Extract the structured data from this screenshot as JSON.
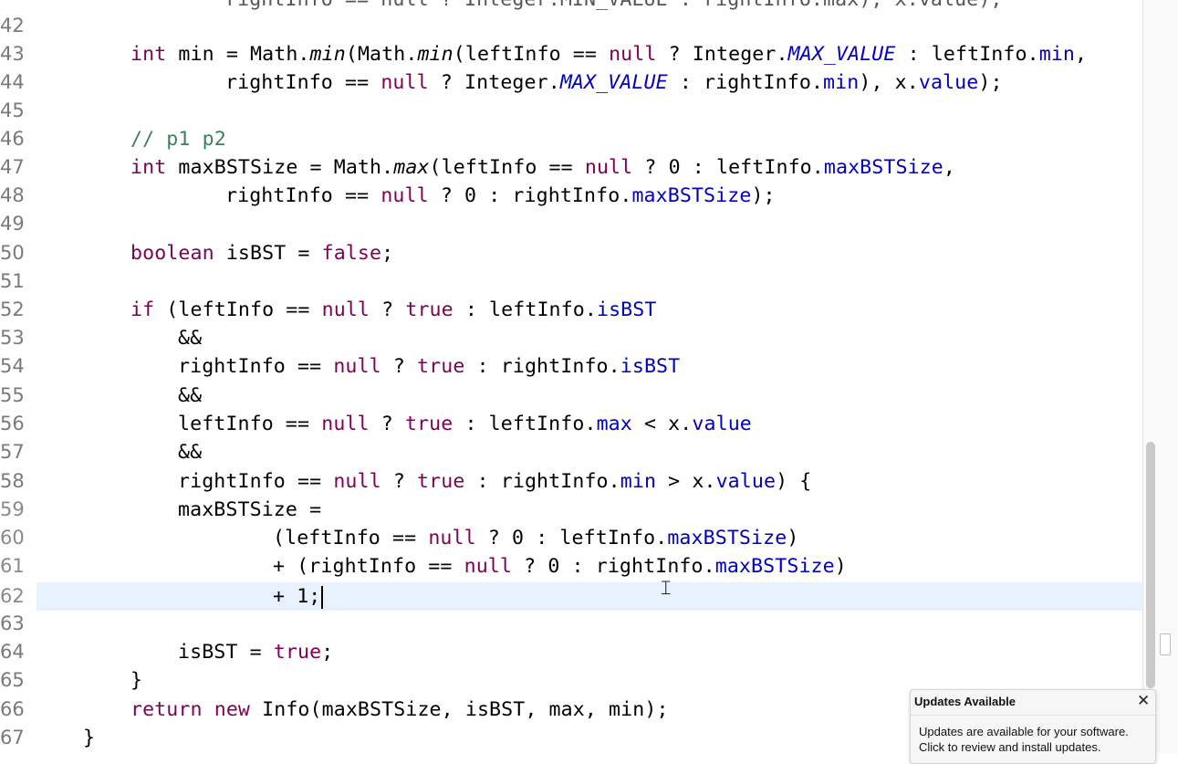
{
  "editor": {
    "top_fragment": "rightInfo == null ? Integer.MIN_VALUE : rightInfo.max), x.value);",
    "line_numbers": [
      "42",
      "43",
      "44",
      "45",
      "46",
      "47",
      "48",
      "49",
      "50",
      "51",
      "52",
      "53",
      "54",
      "55",
      "56",
      "57",
      "58",
      "59",
      "60",
      "61",
      "62",
      "63",
      "64",
      "65",
      "66",
      "67"
    ],
    "lines": {
      "l43": {
        "a": "int",
        "b": " min = Math.",
        "c": "min",
        "d": "(Math.",
        "e": "min",
        "f": "(leftInfo == ",
        "g": "null",
        "h": " ? Integer.",
        "i": "MAX_VALUE",
        "j": " : leftInfo.",
        "k": "min",
        "l": ","
      },
      "l44": {
        "a": "rightInfo == ",
        "b": "null",
        "c": " ? Integer.",
        "d": "MAX_VALUE",
        "e": " : rightInfo.",
        "f": "min",
        "g": "), x.",
        "h": "value",
        "i": ");"
      },
      "l46": {
        "a": "// p1 p2"
      },
      "l47": {
        "a": "int",
        "b": " maxBSTSize = Math.",
        "c": "max",
        "d": "(leftInfo == ",
        "e": "null",
        "f": " ? 0 : leftInfo.",
        "g": "maxBSTSize",
        "h": ","
      },
      "l48": {
        "a": "rightInfo == ",
        "b": "null",
        "c": " ? 0 : rightInfo.",
        "d": "maxBSTSize",
        "e": ");"
      },
      "l50": {
        "a": "boolean",
        "b": " isBST = ",
        "c": "false",
        "d": ";"
      },
      "l52": {
        "a": "if",
        "b": " (leftInfo == ",
        "c": "null",
        "d": " ? ",
        "e": "true",
        "f": " : leftInfo.",
        "g": "isBST"
      },
      "l53": {
        "a": "&&"
      },
      "l54": {
        "a": "rightInfo == ",
        "b": "null",
        "c": " ? ",
        "d": "true",
        "e": " : rightInfo.",
        "f": "isBST"
      },
      "l55": {
        "a": "&&"
      },
      "l56": {
        "a": "leftInfo == ",
        "b": "null",
        "c": " ? ",
        "d": "true",
        "e": " : leftInfo.",
        "f": "max",
        "g": " < x.",
        "h": "value"
      },
      "l57": {
        "a": "&&"
      },
      "l58": {
        "a": "rightInfo == ",
        "b": "null",
        "c": " ? ",
        "d": "true",
        "e": " : rightInfo.",
        "f": "min",
        "g": " > x.",
        "h": "value",
        "i": ") {"
      },
      "l59": {
        "a": "maxBSTSize ="
      },
      "l60": {
        "a": "(leftInfo == ",
        "b": "null",
        "c": " ? 0 : leftInfo.",
        "d": "maxBSTSize",
        "e": ")"
      },
      "l61": {
        "a": "+ (rightInfo == ",
        "b": "null",
        "c": " ? 0 : rightInfo.",
        "d": "maxBSTSize",
        "e": ")"
      },
      "l62": {
        "a": "+ 1;"
      },
      "l64": {
        "a": "isBST = ",
        "b": "true",
        "c": ";"
      },
      "l65": {
        "a": "}"
      },
      "l66": {
        "a": "return",
        "b": " ",
        "c": "new",
        "d": " Info(maxBSTSize, isBST, max, min);"
      },
      "l67": {
        "a": "}"
      }
    }
  },
  "notification": {
    "title": "Updates Available",
    "close_symbol": "✕",
    "body": "Updates are available for your software. Click to review and install updates."
  },
  "colors": {
    "keyword": "#7f0055",
    "field": "#0000c0",
    "comment": "#3f7f5f",
    "current_line": "#e8f2fe"
  },
  "icons": {
    "cursor": "text-cursor-icon",
    "close": "close-icon"
  }
}
